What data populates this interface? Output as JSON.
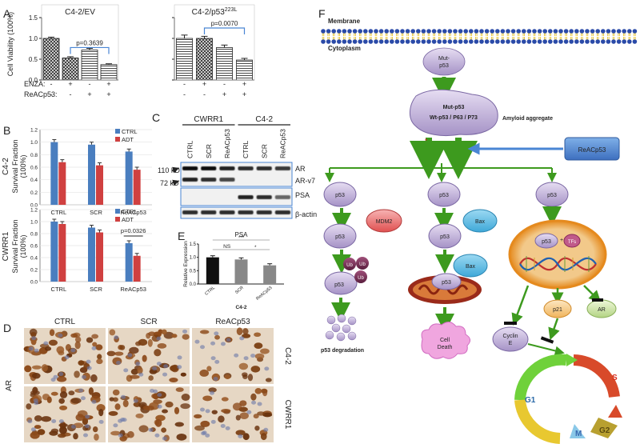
{
  "panels": {
    "A": "A",
    "B": "B",
    "C": "C",
    "D": "D",
    "E": "E",
    "F": "F"
  },
  "panelA": {
    "ylabel": "Cell Viability (100%)",
    "yticks": [
      "0.0",
      "0.5",
      "1.0",
      "1.5"
    ],
    "row_labels": [
      "ENZA:",
      "ReACp53:"
    ],
    "conditions": [
      [
        "-",
        "+",
        "-",
        "+"
      ],
      [
        "-",
        "-",
        "+",
        "+"
      ]
    ]
  },
  "chart_data": [
    {
      "type": "bar",
      "title": "C4-2/EV",
      "ylabel": "Cell Viability (100%)",
      "ylim": [
        0,
        1.5
      ],
      "values": [
        1.0,
        0.53,
        0.72,
        0.37
      ],
      "errors": [
        0.03,
        0.03,
        0.04,
        0.02
      ],
      "annotation": "p=0.3639"
    },
    {
      "type": "bar",
      "title": "C4-2/p53",
      "title_sup": "223L",
      "ylim": [
        0,
        1.5
      ],
      "values": [
        1.0,
        1.0,
        0.78,
        0.48
      ],
      "errors": [
        0.08,
        0.05,
        0.06,
        0.04
      ],
      "annotation": "p=0.0070"
    },
    {
      "type": "bar",
      "side_label": "C4-2",
      "ylabel": "Survival Fraction (100%)",
      "ylim": [
        0,
        1.2
      ],
      "yticks": [
        "0.0",
        "0.2",
        "0.4",
        "0.6",
        "0.8",
        "1.0",
        "1.2"
      ],
      "categories": [
        "CTRL",
        "SCR",
        "ReACp53"
      ],
      "series": [
        {
          "name": "CTRL",
          "color": "#4a7ebf",
          "values": [
            1.0,
            0.96,
            0.85
          ]
        },
        {
          "name": "ADT",
          "color": "#d04040",
          "values": [
            0.68,
            0.63,
            0.56
          ]
        }
      ]
    },
    {
      "type": "bar",
      "side_label": "CWRR1",
      "ylabel": "Survival Fraction (100%)",
      "ylim": [
        0,
        1.2
      ],
      "yticks": [
        "0.0",
        "0.2",
        "0.4",
        "0.6",
        "0.8",
        "1.0",
        "1.2"
      ],
      "categories": [
        "CTRL",
        "SCR",
        "ReACp53"
      ],
      "series": [
        {
          "name": "CTRL",
          "color": "#4a7ebf",
          "values": [
            1.0,
            0.9,
            0.64
          ]
        },
        {
          "name": "ADT",
          "color": "#d04040",
          "values": [
            0.96,
            0.82,
            0.43
          ]
        }
      ],
      "annotation": "p=0.0326"
    },
    {
      "type": "bar",
      "title": "PSA",
      "ylabel": "Relative Expression",
      "xlabel": "C4-2",
      "ylim": [
        0,
        1.5
      ],
      "yticks": [
        "0.0",
        "0.5",
        "1.0",
        "1.5"
      ],
      "categories": [
        "CTRL",
        "SCR",
        "ReACp53"
      ],
      "values": [
        1.0,
        0.92,
        0.7
      ],
      "annotations": [
        "NS",
        "***",
        "*"
      ]
    }
  ],
  "panelC": {
    "groups": [
      "CWRR1",
      "C4-2"
    ],
    "lanes": [
      "CTRL",
      "SCR",
      "ReACp53",
      "CTRL",
      "SCR",
      "ReACp53"
    ],
    "markers": [
      "110 kD",
      "72 kD"
    ],
    "bands": [
      "AR",
      "AR-v7",
      "PSA",
      "β-actin"
    ]
  },
  "panelD": {
    "columns": [
      "CTRL",
      "SCR",
      "ReACp53"
    ],
    "rows": [
      "C4-2",
      "CWRR1"
    ],
    "left_label": "AR"
  },
  "panelF": {
    "membrane": "Membrane",
    "cytoplasm": "Cytoplasm",
    "mut_p53": "Mut-p53",
    "aggregate_line1": "Mut-p53",
    "aggregate_line2": "Wt-p53 / P63 / P73",
    "aggregate_label": "Amyloid aggregate",
    "drug": "ReACp53",
    "p53": "p53",
    "mdm2": "MDM2",
    "bax": "Bax",
    "ub": "Ub",
    "degradation": "p53 degradation",
    "cell_death": "Cell Death",
    "tfs": "TFs",
    "p21": "p21",
    "ar": "AR",
    "cyclin": "Cyclin E",
    "phases": [
      "G1",
      "S",
      "G2",
      "M"
    ]
  }
}
